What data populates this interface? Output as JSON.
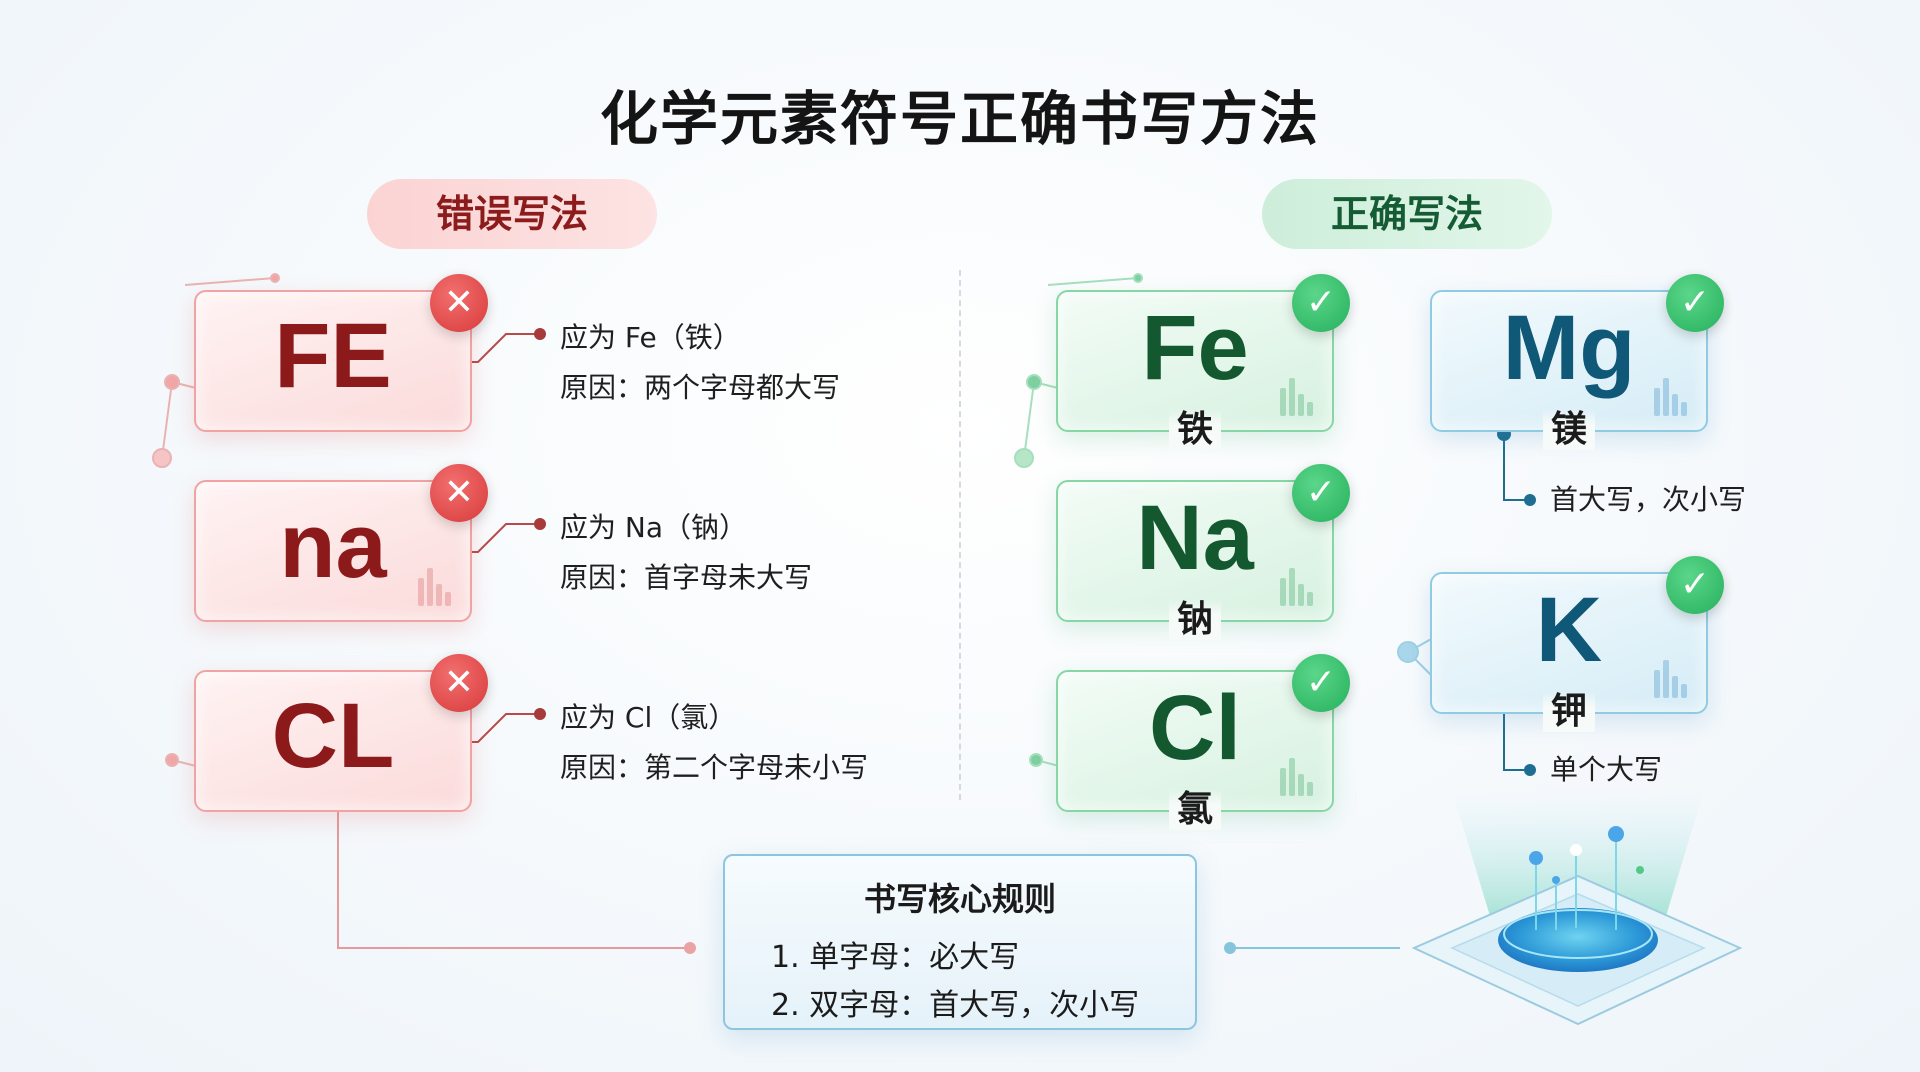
{
  "title": "化学元素符号正确书写方法",
  "sections": {
    "wrong_label": "错误写法",
    "right_label": "正确写法"
  },
  "wrong": [
    {
      "symbol": "FE",
      "should_be": "应为 Fe（铁）",
      "reason": "原因：两个字母都大写"
    },
    {
      "symbol": "na",
      "should_be": "应为 Na（钠）",
      "reason": "原因：首字母未大写"
    },
    {
      "symbol": "CL",
      "should_be": "应为 Cl（氯）",
      "reason": "原因：第二个字母未小写"
    }
  ],
  "right": [
    {
      "symbol": "Fe",
      "name": "铁"
    },
    {
      "symbol": "Na",
      "name": "钠"
    },
    {
      "symbol": "Cl",
      "name": "氯"
    }
  ],
  "examples": [
    {
      "symbol": "Mg",
      "name": "镁",
      "tip": "首大写，次小写"
    },
    {
      "symbol": "K",
      "name": "钾",
      "tip": "单个大写"
    }
  ],
  "rules": {
    "title": "书写核心规则",
    "rule1": "1. 单字母：必大写",
    "rule2": "2. 双字母：首大写，次小写"
  },
  "icons": {
    "wrong_badge": "✕",
    "right_badge": "✓"
  },
  "colors": {
    "wrong_accent": "#d83a3a",
    "wrong_text": "#8d1a1a",
    "right_accent": "#25b05c",
    "right_text": "#14582f",
    "example_text": "#0f5877"
  }
}
